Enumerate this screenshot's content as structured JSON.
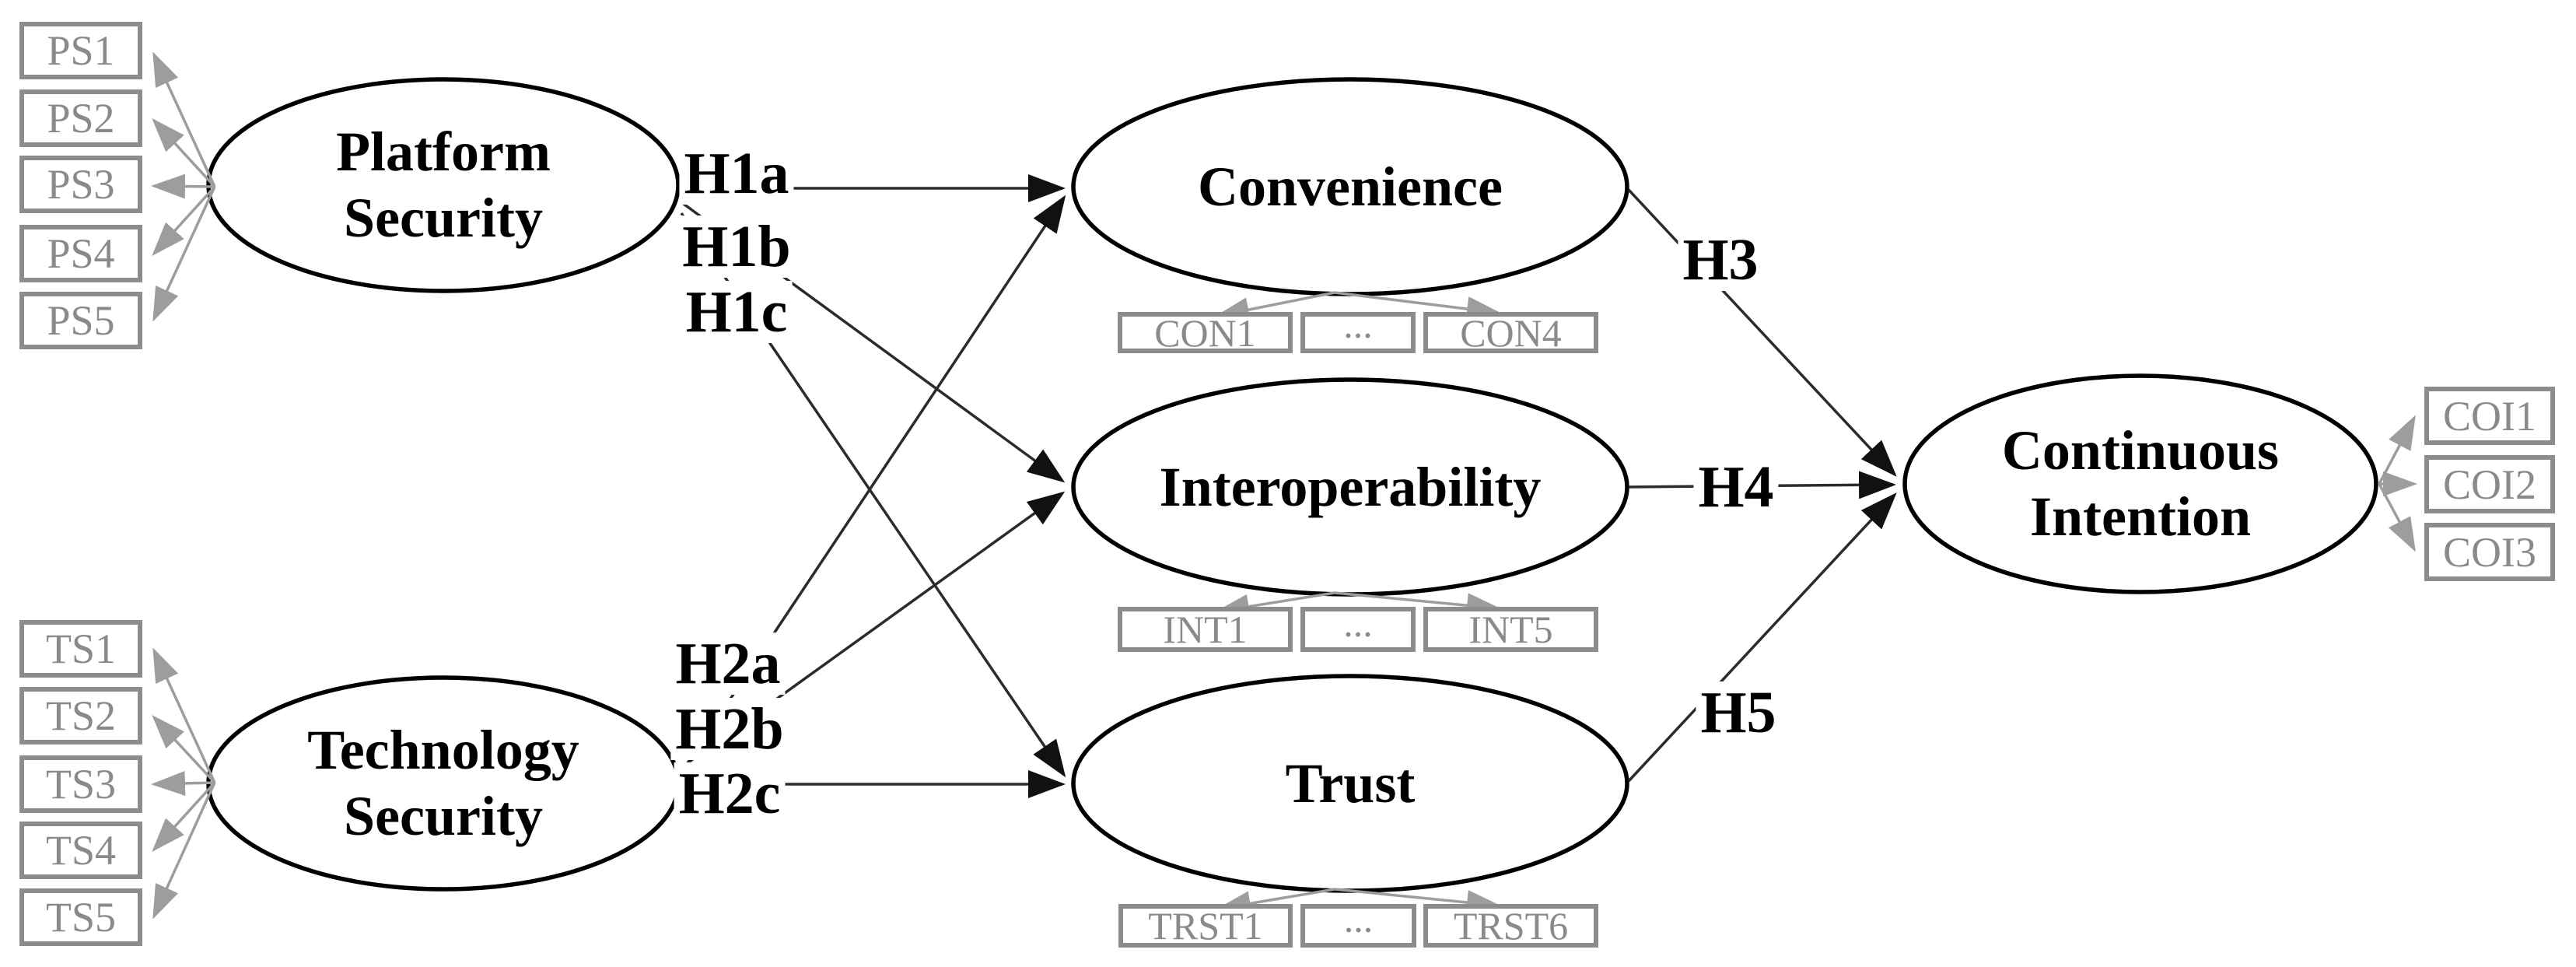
{
  "diagram": {
    "type": "sem-path-model",
    "colors": {
      "node_stroke": "#000000",
      "structural_line": "#2b2b2b",
      "measurement_line": "#9d9d9d",
      "box_border": "#8c8c8c",
      "box_text": "#8a8a8a",
      "background": "#ffffff"
    },
    "nodes": {
      "platform_security": {
        "lines": [
          "Platform",
          "Security"
        ]
      },
      "technology_security": {
        "lines": [
          "Technology",
          "Security"
        ]
      },
      "convenience": {
        "lines": [
          "Convenience"
        ]
      },
      "interoperability": {
        "lines": [
          "Interoperability"
        ]
      },
      "trust": {
        "lines": [
          "Trust"
        ]
      },
      "continuous_intention": {
        "lines": [
          "Continuous",
          "Intention"
        ]
      }
    },
    "indicators": {
      "ps": [
        "PS1",
        "PS2",
        "PS3",
        "PS4",
        "PS5"
      ],
      "ts": [
        "TS1",
        "TS2",
        "TS3",
        "TS4",
        "TS5"
      ],
      "con": [
        "CON1",
        "...",
        "CON4"
      ],
      "int": [
        "INT1",
        "...",
        "INT5"
      ],
      "trst": [
        "TRST1",
        "...",
        "TRST6"
      ],
      "coi": [
        "COI1",
        "COI2",
        "COI3"
      ]
    },
    "hypotheses": {
      "h1a": "H1a",
      "h1b": "H1b",
      "h1c": "H1c",
      "h2a": "H2a",
      "h2b": "H2b",
      "h2c": "H2c",
      "h3": "H3",
      "h4": "H4",
      "h5": "H5"
    },
    "edges": [
      {
        "label": "H1a",
        "from": "platform_security",
        "to": "convenience"
      },
      {
        "label": "H1b",
        "from": "platform_security",
        "to": "interoperability"
      },
      {
        "label": "H1c",
        "from": "platform_security",
        "to": "trust"
      },
      {
        "label": "H2a",
        "from": "technology_security",
        "to": "convenience"
      },
      {
        "label": "H2b",
        "from": "technology_security",
        "to": "interoperability"
      },
      {
        "label": "H2c",
        "from": "technology_security",
        "to": "trust"
      },
      {
        "label": "H3",
        "from": "convenience",
        "to": "continuous_intention"
      },
      {
        "label": "H4",
        "from": "interoperability",
        "to": "continuous_intention"
      },
      {
        "label": "H5",
        "from": "trust",
        "to": "continuous_intention"
      }
    ]
  }
}
